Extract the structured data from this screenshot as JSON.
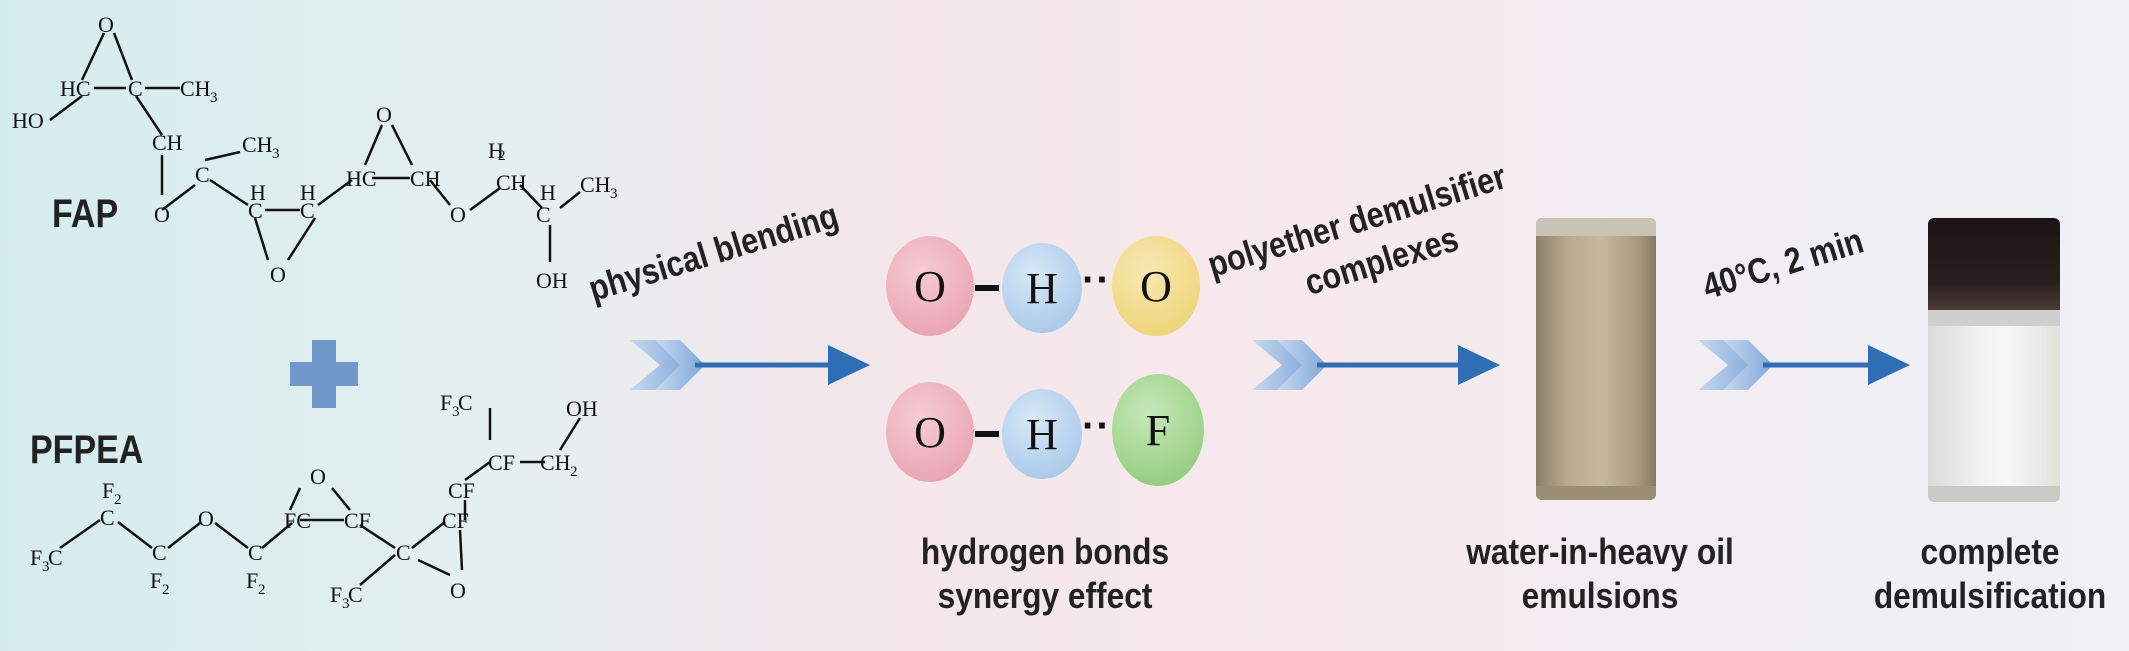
{
  "molecules": {
    "fap_label": "FAP",
    "pfpea_label": "PFPEA"
  },
  "steps": {
    "blend": "physical blending",
    "complex_line1": "polyether demulsifier",
    "complex_line2": "complexes",
    "condition": "40°C, 2 min"
  },
  "bonds": {
    "row1": [
      "O",
      "H",
      "O"
    ],
    "row2": [
      "O",
      "H",
      "F"
    ],
    "caption_line1": "hydrogen bonds",
    "caption_line2": "synergy effect"
  },
  "vials": {
    "emulsion_line1": "water-in-heavy oil",
    "emulsion_line2": "emulsions",
    "result_line1": "complete",
    "result_line2": "demulsification"
  },
  "colors": {
    "arrow": "#2f6db5",
    "chevron": "#8fb2dd",
    "plus": "#6f97c9",
    "oxygen_ball": "#e8a5b3",
    "hydrogen_ball": "#a9c9ea",
    "oxygen_ball_yellow": "#efd77d",
    "fluorine_ball": "#97cf84"
  }
}
